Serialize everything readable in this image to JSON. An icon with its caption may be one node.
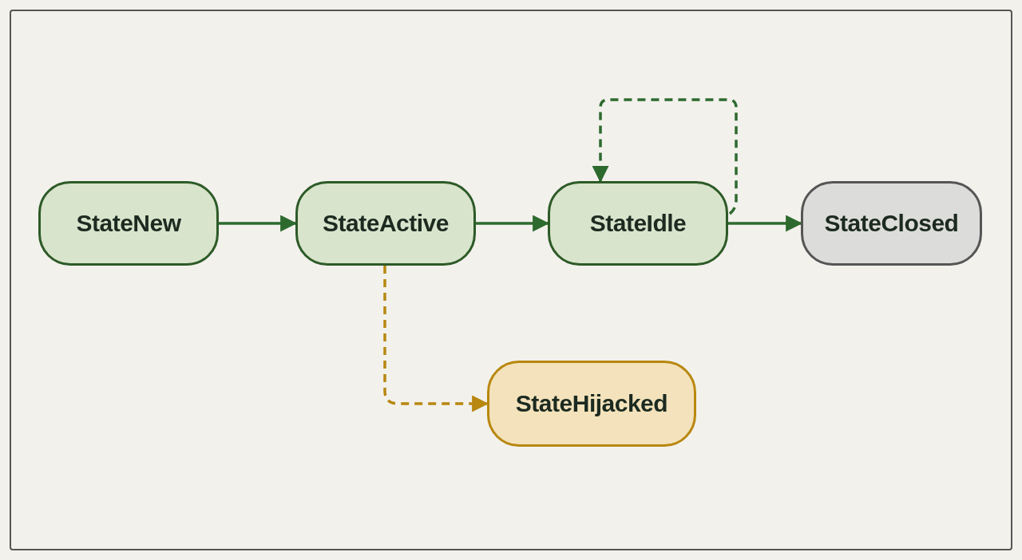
{
  "diagram": {
    "nodes": [
      {
        "text": [
          "StateNew"
        ]
      },
      {
        "text": [
          "StateActive"
        ]
      },
      {
        "text": [
          "StateIdle"
        ]
      },
      {
        "text": [
          "StateClosed"
        ]
      },
      {
        "text": [
          "StateHijacked"
        ]
      }
    ],
    "edges": [
      {
        "from": 0,
        "to": 1,
        "arrow": "to"
      },
      {
        "from": 1,
        "to": 2,
        "arrow": "to"
      },
      {
        "from": 2,
        "to": 3,
        "arrow": "to"
      },
      {
        "from": 2,
        "to": 2,
        "arrow": "to",
        "style": "dashed"
      },
      {
        "from": 1,
        "to": 4,
        "arrow": "to",
        "style": "dashed",
        "color": "#b8870f"
      }
    ]
  }
}
